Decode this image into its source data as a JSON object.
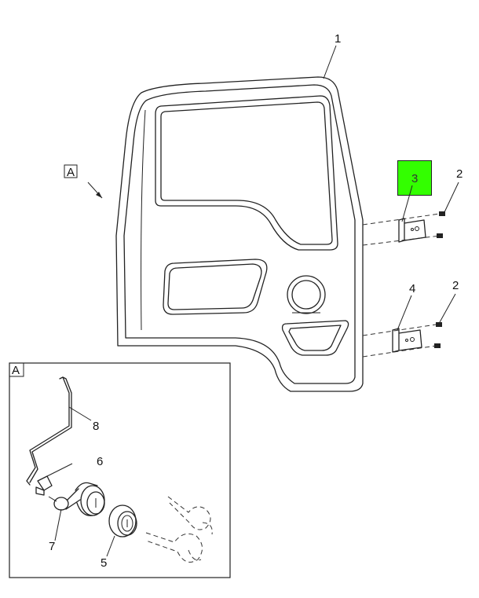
{
  "diagram": {
    "callouts": {
      "door": "1",
      "bolt_upper": "2",
      "bolt_lower": "2",
      "hinge_upper": "3",
      "hinge_lower": "4",
      "lock_cylinder": "5",
      "clip": "6",
      "lever": "7",
      "rod": "8"
    },
    "view_marker": "A",
    "inset_label": "A",
    "highlight_color": "#33ff00"
  }
}
